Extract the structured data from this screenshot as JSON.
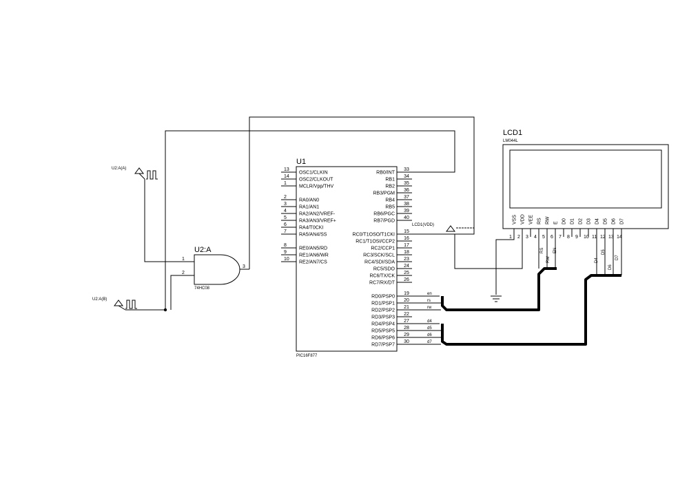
{
  "mcu": {
    "ref": "U1",
    "part": "PIC16F877",
    "left_pins": [
      {
        "num": "13",
        "name": "OSC1/CLKIN"
      },
      {
        "num": "14",
        "name": "OSC2/CLKOUT"
      },
      {
        "num": "1",
        "name": "MCLR/Vpp/THV"
      },
      {
        "num": "2",
        "name": "RA0/AN0"
      },
      {
        "num": "3",
        "name": "RA1/AN1"
      },
      {
        "num": "4",
        "name": "RA2/AN2/VREF-"
      },
      {
        "num": "5",
        "name": "RA3/AN3/VREF+"
      },
      {
        "num": "6",
        "name": "RA4/T0CKI"
      },
      {
        "num": "7",
        "name": "RA5/AN4/SS"
      },
      {
        "num": "8",
        "name": "RE0/AN5/RD"
      },
      {
        "num": "9",
        "name": "RE1/AN6/WR"
      },
      {
        "num": "10",
        "name": "RE2/AN7/CS"
      }
    ],
    "right_pins": [
      {
        "num": "33",
        "name": "RB0/INT"
      },
      {
        "num": "34",
        "name": "RB1"
      },
      {
        "num": "35",
        "name": "RB2"
      },
      {
        "num": "36",
        "name": "RB3/PGM"
      },
      {
        "num": "37",
        "name": "RB4"
      },
      {
        "num": "38",
        "name": "RB5"
      },
      {
        "num": "39",
        "name": "RB6/PGC"
      },
      {
        "num": "40",
        "name": "RB7/PGD"
      },
      {
        "num": "15",
        "name": "RC0/T1OSO/T1CKI"
      },
      {
        "num": "16",
        "name": "RC1/T1OSI/CCP2"
      },
      {
        "num": "17",
        "name": "RC2/CCP1"
      },
      {
        "num": "18",
        "name": "RC3/SCK/SCL"
      },
      {
        "num": "23",
        "name": "RC4/SDI/SDA"
      },
      {
        "num": "24",
        "name": "RC5/SDO"
      },
      {
        "num": "25",
        "name": "RC6/TX/CK"
      },
      {
        "num": "26",
        "name": "RC7/RX/DT"
      },
      {
        "num": "19",
        "name": "RD0/PSP0"
      },
      {
        "num": "20",
        "name": "RD1/PSP1"
      },
      {
        "num": "21",
        "name": "RD2/PSP2"
      },
      {
        "num": "22",
        "name": "RD3/PSP3"
      },
      {
        "num": "27",
        "name": "RD4/PSP4"
      },
      {
        "num": "28",
        "name": "RD5/PSP5"
      },
      {
        "num": "29",
        "name": "RD6/PSP6"
      },
      {
        "num": "30",
        "name": "RD7/PSP7"
      }
    ],
    "net_labels": {
      "en": "en",
      "rs": "rs",
      "rw": "rw",
      "d4": "d4",
      "d5": "d5",
      "d6": "d6",
      "d7": "d7"
    }
  },
  "gate": {
    "ref": "U2:A",
    "part": "74HC08",
    "pin_in1": "1",
    "pin_in2": "2",
    "pin_out": "3"
  },
  "generators": {
    "a": "U2:A(A)",
    "b": "U2:A(B)"
  },
  "lcd": {
    "ref": "LCD1",
    "part": "LM044L",
    "power_label": "LCD1(VDD)",
    "pins": [
      {
        "num": "1",
        "name": "VSS"
      },
      {
        "num": "2",
        "name": "VDD"
      },
      {
        "num": "3",
        "name": "VEE"
      },
      {
        "num": "4",
        "name": "RS"
      },
      {
        "num": "5",
        "name": "RW"
      },
      {
        "num": "6",
        "name": "E"
      },
      {
        "num": "7",
        "name": "D0"
      },
      {
        "num": "8",
        "name": "D1"
      },
      {
        "num": "9",
        "name": "D2"
      },
      {
        "num": "10",
        "name": "D3"
      },
      {
        "num": "11",
        "name": "D4"
      },
      {
        "num": "12",
        "name": "D5"
      },
      {
        "num": "13",
        "name": "D6"
      },
      {
        "num": "14",
        "name": "D7"
      }
    ],
    "net_labels": {
      "rs": "RS",
      "rw": "RW",
      "en": "EN",
      "d4": "D4",
      "d5": "D5",
      "d6": "D6",
      "d7": "D7"
    }
  }
}
